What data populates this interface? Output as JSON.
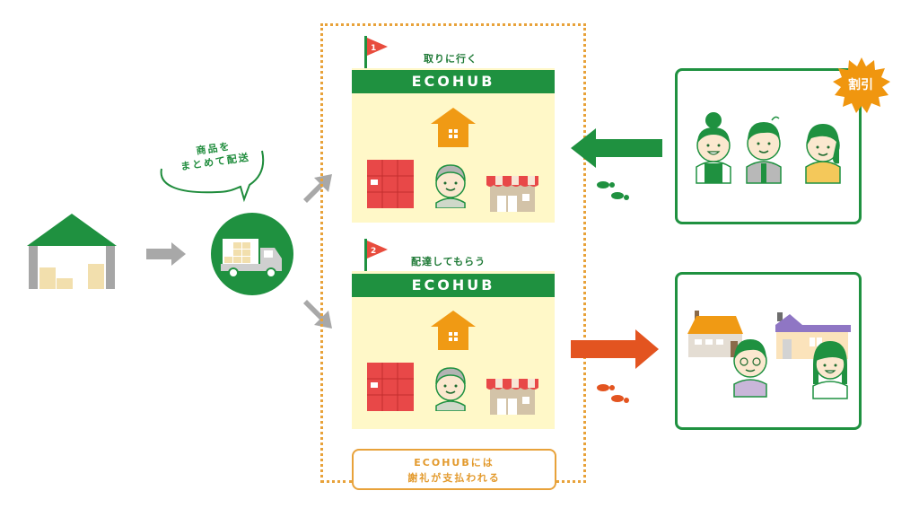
{
  "diagram": {
    "speech_bubble": {
      "line1": "商品を",
      "line2": "まとめて配送"
    },
    "hubs": [
      {
        "step": "1",
        "title": "取りに行く",
        "banner": "ECOHUB",
        "flag_color": "#e84c3d"
      },
      {
        "step": "2",
        "title": "配達してもらう",
        "banner": "ECOHUB",
        "flag_color": "#e84c3d"
      }
    ],
    "payment_note": {
      "line1": "ECOHUBには",
      "line2": "謝礼が支払われる"
    },
    "discount_badge": "割引",
    "colors": {
      "brand_green": "#1f9140",
      "hub_background": "#fff8c8",
      "dotted_border": "#e8a23a",
      "pickup_arrow": "#1f9140",
      "delivery_arrow": "#e35420",
      "flow_arrow": "#a8a8a8",
      "badge": "#f0960f"
    },
    "icons": {
      "warehouse": "warehouse-icon",
      "truck": "delivery-truck-icon",
      "house": "house-icon",
      "locker": "parcel-locker-icon",
      "hub_person": "elderly-person-icon",
      "store": "store-icon",
      "footprints": "footprints-icon"
    }
  }
}
